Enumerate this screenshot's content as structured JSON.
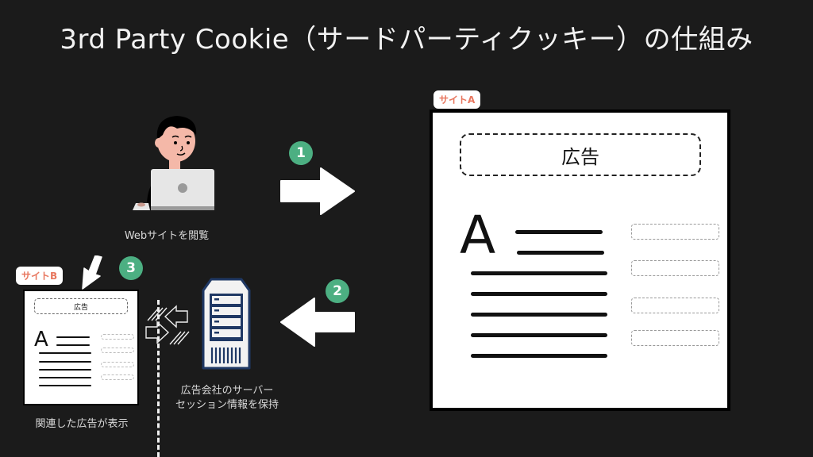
{
  "title": "3rd Party Cookie（サードパーティクッキー）の仕組み",
  "colors": {
    "background": "#1b1b1b",
    "step_badge": "#4caf82",
    "site_label": "#e8775f",
    "server_navy": "#1f3864"
  },
  "steps": [
    {
      "number": "1",
      "direction": "right"
    },
    {
      "number": "2",
      "direction": "left"
    },
    {
      "number": "3",
      "direction": "down-left"
    }
  ],
  "user": {
    "caption": "Webサイトを閲覧",
    "icon": "person-with-laptop-icon"
  },
  "site_a": {
    "label": "サイトA",
    "ad_label": "広告",
    "logo_letter": "A",
    "side_slots": 4,
    "text_lines": 7
  },
  "site_b": {
    "label": "サイトB",
    "ad_label": "広告",
    "logo_letter": "A",
    "caption": "関連した広告が表示"
  },
  "server": {
    "caption_line1": "広告会社のサーバー",
    "caption_line2": "セッション情報を保持",
    "icon": "server-icon"
  },
  "exchange_icon": "data-exchange-arrows-icon"
}
